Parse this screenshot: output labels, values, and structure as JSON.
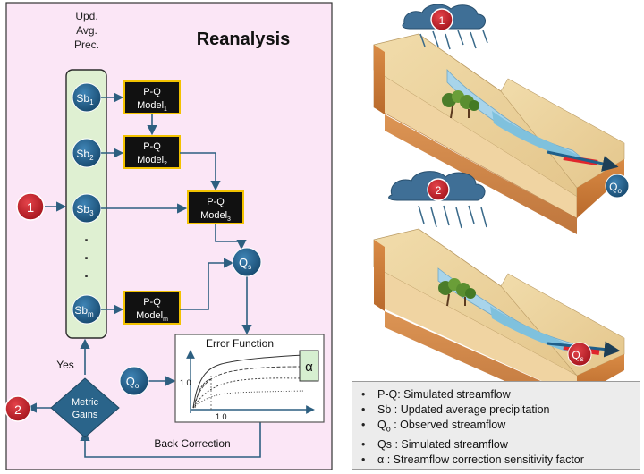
{
  "title": "Reanalysis",
  "upd_label": [
    "Upd.",
    "Avg.",
    "Prec."
  ],
  "sb_nodes": [
    {
      "base": "Sb",
      "sub": "1"
    },
    {
      "base": "Sb",
      "sub": "2"
    },
    {
      "base": "Sb",
      "sub": "3"
    },
    {
      "base": "Sb",
      "sub": "m"
    }
  ],
  "dots": [
    "·",
    "·",
    "·"
  ],
  "models": [
    {
      "line1": "P-Q",
      "base": "Model",
      "sub": "1"
    },
    {
      "line1": "P-Q",
      "base": "Model",
      "sub": "2"
    },
    {
      "line1": "P-Q",
      "base": "Model",
      "sub": "3"
    },
    {
      "line1": "P-Q",
      "base": "Model",
      "sub": "m"
    }
  ],
  "marker_1": "1",
  "marker_2": "2",
  "qs": {
    "base": "Q",
    "sub": "s"
  },
  "qo": {
    "base": "Q",
    "sub": "o"
  },
  "error_function": {
    "title": "Error Function",
    "alpha": "α",
    "y_tick": "1.0",
    "x_tick": "1.0"
  },
  "metric_gains": [
    "Metric",
    "Gains"
  ],
  "yes_label": "Yes",
  "back_correction": "Back Correction",
  "scene": {
    "cloud_1": "1",
    "cloud_2": "2",
    "out_1": {
      "base": "Q",
      "sub": "o"
    },
    "out_2": {
      "base": "Q",
      "sub": "s"
    }
  },
  "legend": [
    {
      "text": "P-Q: Simulated streamflow"
    },
    {
      "text": "Sb : Updated average precipitation"
    },
    {
      "base": "Q",
      "sub": "o",
      "rest": " : Observed streamflow"
    },
    {
      "text": "Qs : Simulated streamflow"
    },
    {
      "text": "α   : Streamflow correction sensitivity factor"
    }
  ],
  "colors": {
    "panel_bg": "#fbe6f6",
    "column_bg": "#dff0d2",
    "node_blue": "#1f5f8a",
    "arrow": "#2d5f80",
    "marker_red": "#cc2029",
    "model_border": "#f2c200",
    "alpha_bg": "#d6efd0",
    "gains": "#2a648a",
    "sky": "#3f6f96"
  }
}
